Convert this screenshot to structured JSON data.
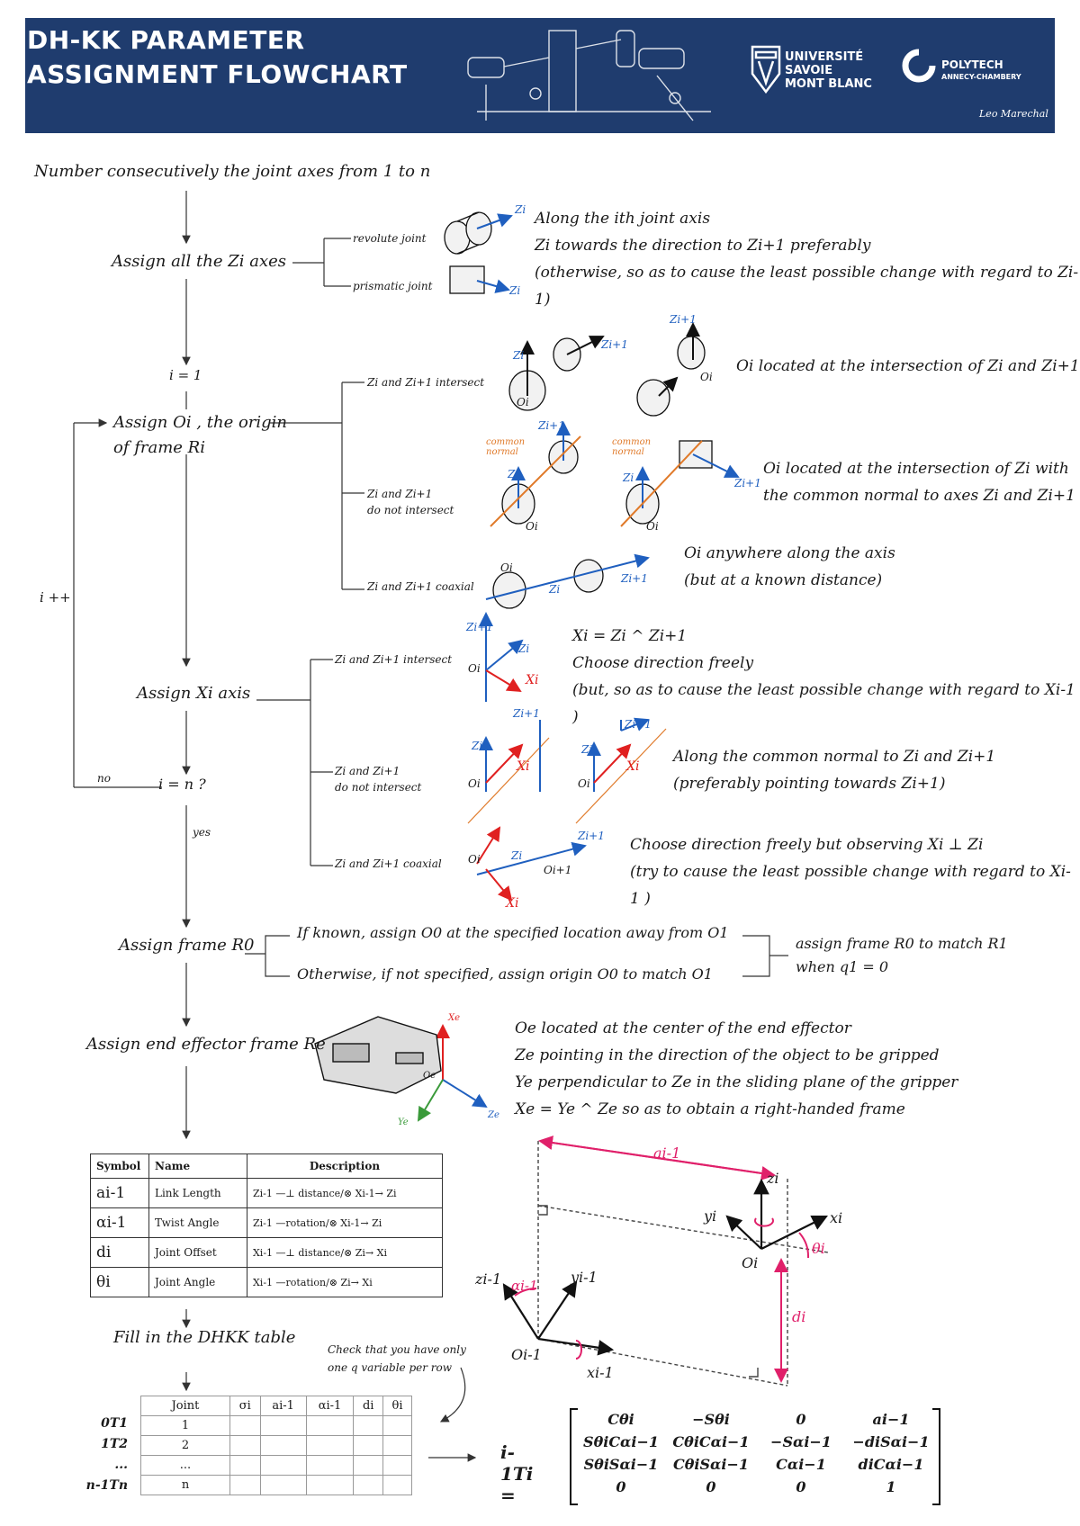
{
  "header": {
    "title_line1": "DH-KK PARAMETER",
    "title_line2": "ASSIGNMENT FLOWCHART",
    "university_line1": "UNIVERSITÉ",
    "university_line2": "SAVOIE",
    "university_line3": "MONT BLANC",
    "school_name": "POLYTECH",
    "school_sub": "ANNECY-CHAMBERY",
    "author": "Leo Marechal"
  },
  "flow": {
    "start": "Number consecutively the joint axes from 1 to n",
    "assign_z": "Assign all the Zi axes",
    "revolute_joint": "revolute joint",
    "prismatic_joint": "prismatic joint",
    "z_note_line1": "Along the ith joint axis",
    "z_note_line2": "Zi towards the direction to Zi+1 preferably",
    "z_note_line3": "(otherwise, so as to cause the least possible change with regard to Zi-1)",
    "i_equals_1": "i = 1",
    "assign_origin_line1": "Assign Oi , the origin",
    "assign_origin_line2": "of frame Ri",
    "origin_branch_intersect": "Zi and Zi+1 intersect",
    "origin_branch_not_intersect_line1": "Zi and Zi+1",
    "origin_branch_not_intersect_line2": "do not intersect",
    "origin_branch_coaxial": "Zi and Zi+1 coaxial",
    "origin_note_intersect": "Oi located at the intersection of Zi and Zi+1",
    "origin_note_normal_line1": "Oi located at the intersection of Zi with",
    "origin_note_normal_line2": "the common normal to axes Zi and Zi+1",
    "origin_note_coaxial_line1": "Oi anywhere along the axis",
    "origin_note_coaxial_line2": "(but at a known distance)",
    "common_normal": "common normal",
    "i_increment": "i ++",
    "assign_x": "Assign Xi axis",
    "x_branch_intersect": "Zi and Zi+1 intersect",
    "x_branch_not_intersect_line1": "Zi and Zi+1",
    "x_branch_not_intersect_line2": "do not intersect",
    "x_branch_coaxial": "Zi and Zi+1 coaxial",
    "x_note_intersect_line1": "Xi = Zi ^ Zi+1",
    "x_note_intersect_line2": "Choose direction freely",
    "x_note_intersect_line3": "(but, so as to cause the least possible change with regard to Xi-1 )",
    "x_note_normal_line1": "Along the common normal to Zi and Zi+1",
    "x_note_normal_line2": "(preferably pointing towards Zi+1)",
    "x_note_coaxial_line1": "Choose direction freely but observing Xi ⊥ Zi",
    "x_note_coaxial_line2": "(try to cause the least possible change with regard to Xi-1 )",
    "decision": "i = n ?",
    "no": "no",
    "yes": "yes",
    "assign_r0": "Assign frame R0",
    "r0_option1": "If known, assign O0 at the specified location away from O1",
    "r0_option2": "Otherwise, if not specified, assign origin O0 to match O1",
    "r0_result_line1": "assign frame R0 to match R1",
    "r0_result_line2": "when q1 = 0",
    "assign_effector": "Assign end effector frame Re",
    "effector_note_line1": "Oe located at the center of the end effector",
    "effector_note_line2": "Ze pointing in the direction of the object to be gripped",
    "effector_note_line3": "Ye perpendicular to Ze in the sliding plane of the gripper",
    "effector_note_line4": "Xe = Ye ^ Ze  so as to obtain a right-handed frame",
    "fill_table": "Fill in the DHKK table",
    "check_note_line1": "Check that you have only",
    "check_note_line2": "one q variable per row"
  },
  "description_table": {
    "headers": [
      "Symbol",
      "Name",
      "Description"
    ],
    "rows": [
      {
        "symbol": "ai-1",
        "name": "Link Length",
        "from": "Zi-1",
        "op": "⊥ distance",
        "about": "⊗ Xi-1",
        "to": "Zi"
      },
      {
        "symbol": "αi-1",
        "name": "Twist Angle",
        "from": "Zi-1",
        "op": "rotation",
        "about": "⊗ Xi-1",
        "to": "Zi"
      },
      {
        "symbol": "di",
        "name": "Joint Offset",
        "from": "Xi-1",
        "op": "⊥ distance",
        "about": "⊗ Zi",
        "to": "Xi"
      },
      {
        "symbol": "θi",
        "name": "Joint Angle",
        "from": "Xi-1",
        "op": "rotation",
        "about": "⊗ Zi",
        "to": "Xi"
      }
    ]
  },
  "dh_table": {
    "headers": [
      "Joint",
      "σi",
      "ai-1",
      "αi-1",
      "di",
      "θi"
    ],
    "row_labels": [
      "0T1",
      "1T2",
      "...",
      "n-1Tn"
    ],
    "joint_values": [
      "1",
      "2",
      "...",
      "n"
    ]
  },
  "geometry_figure": {
    "a_label": "ai-1",
    "alpha_label": "αi-1",
    "theta_label": "θi",
    "d_label": "di",
    "zi": "zi",
    "yi": "yi",
    "xi": "xi",
    "oi": "Oi",
    "zi1": "zi-1",
    "yi1": "yi-1",
    "xi1": "xi-1",
    "oi1": "Oi-1"
  },
  "diagram_labels": {
    "zi": "Zi",
    "zi1": "Zi+1",
    "oi": "Oi",
    "xi": "Xi",
    "oi1": "Oi+1",
    "xe": "Xe",
    "ye": "Ye",
    "ze": "Ze",
    "oe": "Oe"
  },
  "matrix": {
    "lhs": "i-1Ti =",
    "cells": [
      "Cθi",
      "−Sθi",
      "0",
      "ai−1",
      "SθiCαi−1",
      "CθiCαi−1",
      "−Sαi−1",
      "−diSαi−1",
      "SθiSαi−1",
      "CθiSαi−1",
      "Cαi−1",
      "diCαi−1",
      "0",
      "0",
      "0",
      "1"
    ]
  },
  "colors": {
    "header_bg": "#1f3c6e",
    "axis_blue": "#1f5fbf",
    "axis_red": "#e02020",
    "normal_orange": "#e07a2a",
    "geometry_pink": "#e0206a"
  }
}
